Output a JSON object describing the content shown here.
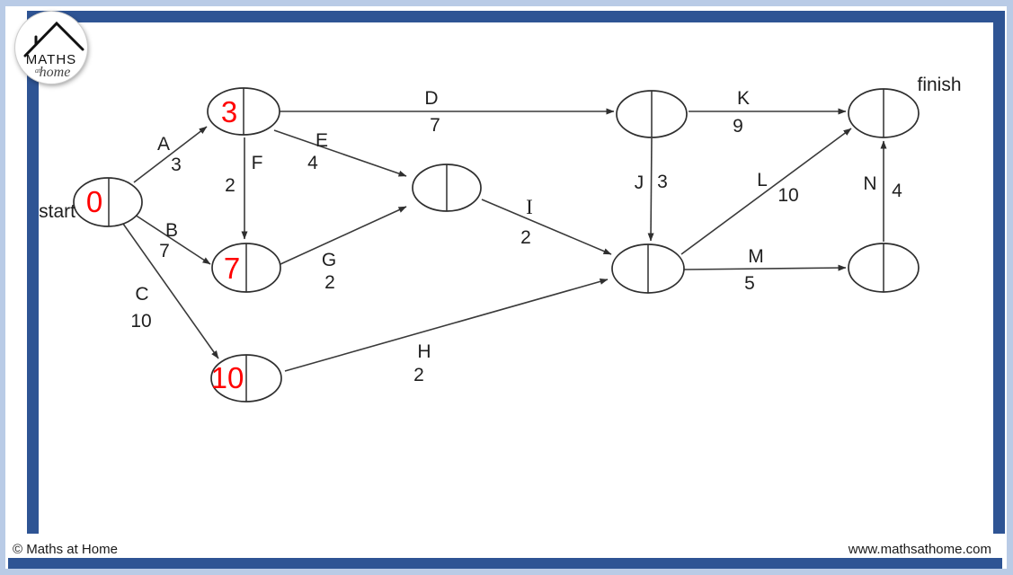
{
  "logo": {
    "name": "MATHS",
    "prefix": "at",
    "suffix": "home"
  },
  "frame": {
    "border_color": "#2e5494",
    "outer_color": "#b9cbe6"
  },
  "diagram": {
    "start_label": "start",
    "finish_label": "finish",
    "value_color": "#ff0000",
    "nodes": {
      "start": {
        "value": "0"
      },
      "top": {
        "value": "3"
      },
      "middle_left": {
        "value": "7"
      },
      "bottom_left": {
        "value": "10"
      }
    },
    "edges": {
      "A": {
        "label": "A",
        "duration": "3"
      },
      "B": {
        "label": "B",
        "duration": "7"
      },
      "C": {
        "label": "C",
        "duration": "10"
      },
      "D": {
        "label": "D",
        "duration": "7"
      },
      "E": {
        "label": "E",
        "duration": "4"
      },
      "F": {
        "label": "F",
        "duration": "2"
      },
      "G": {
        "label": "G",
        "duration": "2"
      },
      "H": {
        "label": "H",
        "duration": "2"
      },
      "I": {
        "label": "I",
        "duration": "2"
      },
      "J": {
        "label": "J",
        "duration": "3"
      },
      "K": {
        "label": "K",
        "duration": "9"
      },
      "L": {
        "label": "L",
        "duration": "10"
      },
      "M": {
        "label": "M",
        "duration": "5"
      },
      "N": {
        "label": "N",
        "duration": "4"
      }
    }
  },
  "footer": {
    "copyright": "© Maths at Home",
    "website": "www.mathsathome.com"
  }
}
